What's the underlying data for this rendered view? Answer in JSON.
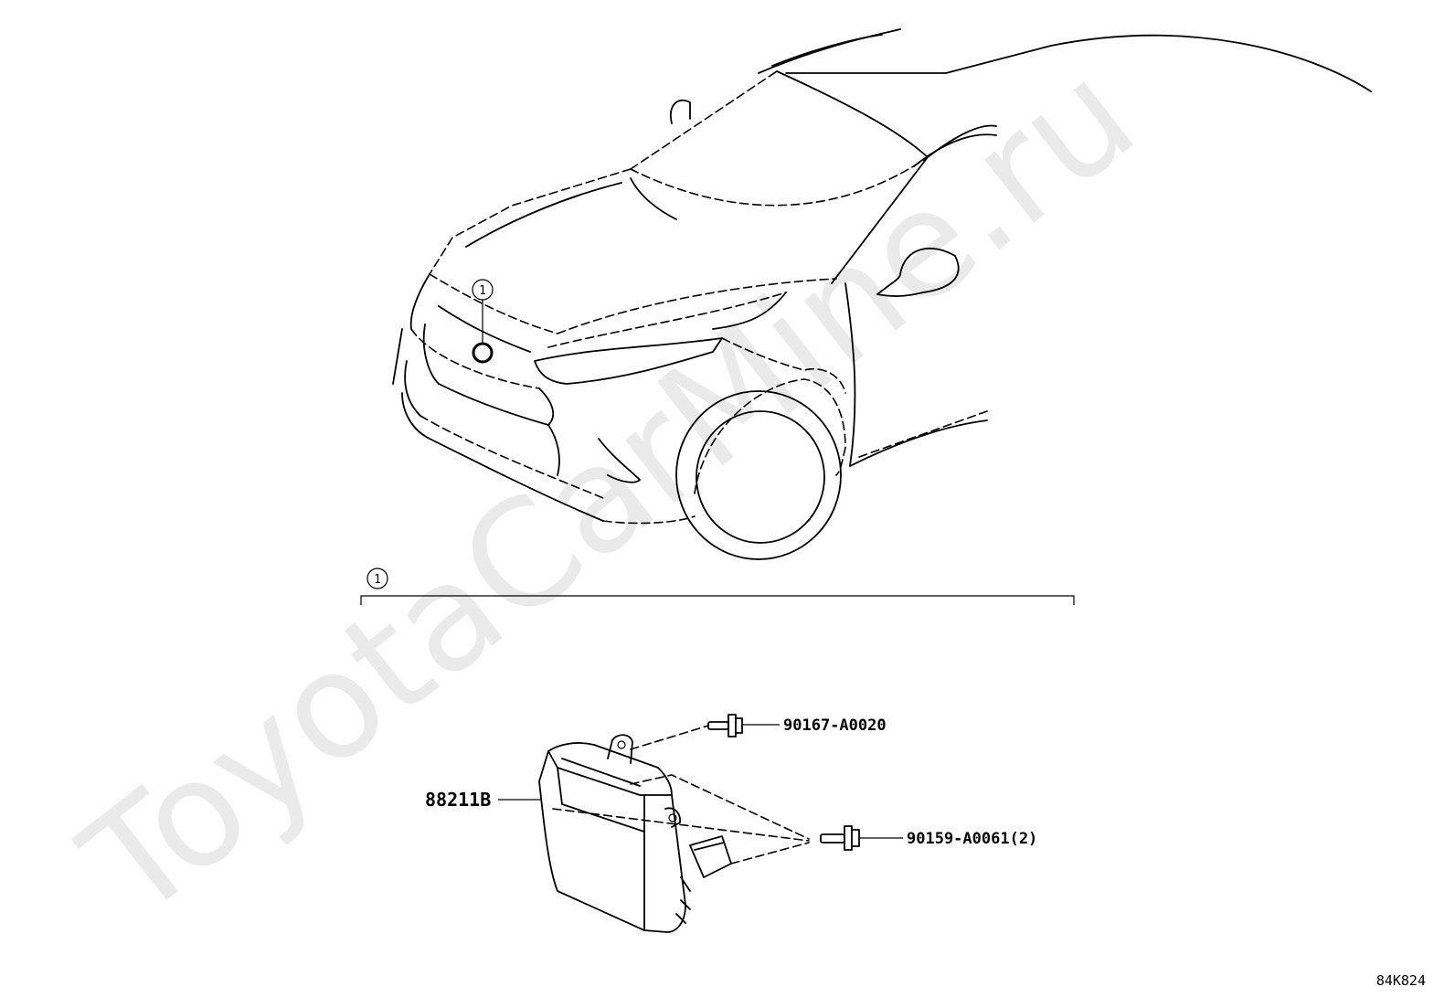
{
  "watermark": "ToyotaCarMine.ru",
  "callouts": {
    "location_ref": "1",
    "group_ref": "1"
  },
  "parts": {
    "sensor": "88211B",
    "upper_bolt": "90167-A0020",
    "lower_bolt": "90159-A0061(2)"
  },
  "figure_code": "84K824"
}
